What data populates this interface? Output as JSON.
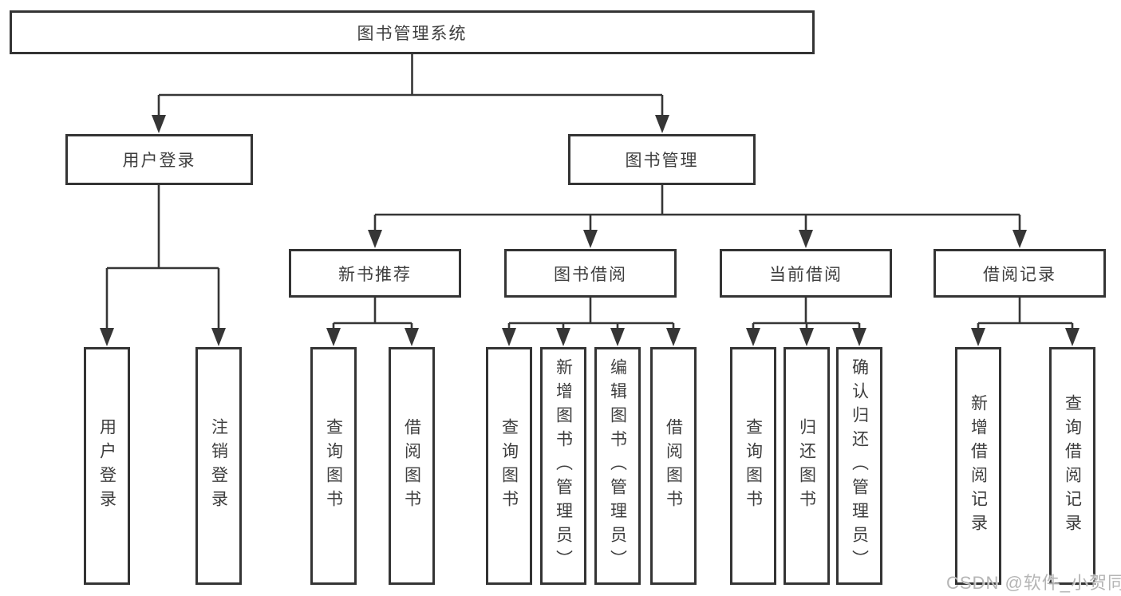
{
  "diagram": {
    "title": "图书管理系统",
    "level2": {
      "user_login": "用户登录",
      "book_mgmt": "图书管理"
    },
    "level3": {
      "new_books": "新书推荐",
      "borrow": "图书借阅",
      "current": "当前借阅",
      "records": "借阅记录"
    },
    "leaves": {
      "user_login_1": "用户登录",
      "user_login_2": "注销登录",
      "new_books_1": "查询图书",
      "new_books_2": "借阅图书",
      "borrow_1": "查询图书",
      "borrow_2": "新增图书（管理员）",
      "borrow_3": "编辑图书（管理员）",
      "borrow_4": "借阅图书",
      "current_1": "查询图书",
      "current_2": "归还图书",
      "current_3": "确认归还（管理员）",
      "records_1": "新增借阅记录",
      "records_2": "查询借阅记录"
    }
  },
  "watermark": "CSDN @软件_小贺同学",
  "colors": {
    "line": "#363636",
    "border": "#343434",
    "text": "#3e3e3e",
    "watermark": "#afafaf"
  }
}
